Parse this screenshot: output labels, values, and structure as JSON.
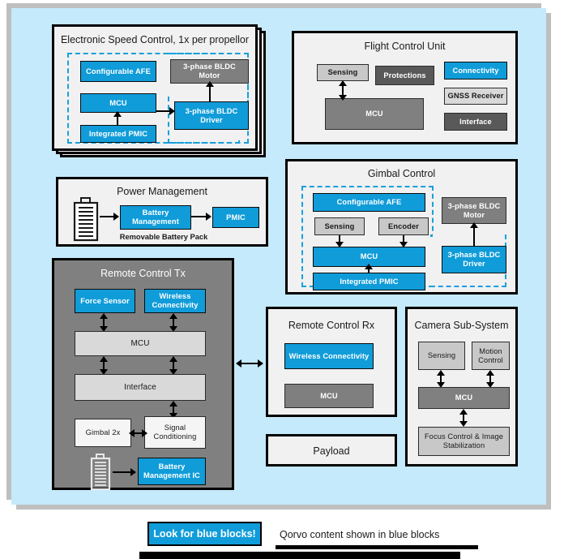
{
  "slide": {
    "background_color": "#c5eafb",
    "accent_blue": "#109cd9"
  },
  "panels": {
    "esc": {
      "title": "Electronic Speed Control, 1x per propellor",
      "blocks": {
        "afe": "Configurable AFE",
        "mcu": "MCU",
        "pmic": "Integrated PMIC",
        "motor": "3-phase BLDC Motor",
        "driver": "3-phase BLDC Driver"
      }
    },
    "fcu": {
      "title": "Flight Control Unit",
      "blocks": {
        "sensing": "Sensing",
        "protections": "Protections",
        "connectivity": "Connectivity",
        "gnss": "GNSS Receiver",
        "interface": "Interface",
        "mcu": "MCU"
      }
    },
    "power": {
      "title": "Power Management",
      "blocks": {
        "battery_mgmt": "Battery Management",
        "pmic": "PMIC"
      },
      "footnote": "Removable Battery Pack",
      "icon": "battery-icon"
    },
    "gimbal": {
      "title": "Gimbal Control",
      "blocks": {
        "afe": "Configurable AFE",
        "sensing": "Sensing",
        "encoder": "Encoder",
        "mcu": "MCU",
        "pmic": "Integrated PMIC",
        "motor": "3-phase BLDC Motor",
        "driver": "3-phase BLDC Driver"
      }
    },
    "rc_tx": {
      "title": "Remote Control Tx",
      "blocks": {
        "force_sensor": "Force Sensor",
        "wireless": "Wireless Connectivity",
        "mcu": "MCU",
        "interface": "Interface",
        "gimbal": "Gimbal 2x",
        "signal_cond": "Signal Conditioning",
        "battery_ic": "Battery Management IC"
      },
      "icon": "battery-icon"
    },
    "rc_rx": {
      "title": "Remote Control Rx",
      "blocks": {
        "wireless": "Wireless Connectivity",
        "mcu": "MCU"
      }
    },
    "payload": {
      "title": "Payload"
    },
    "camera": {
      "title": "Camera Sub-System",
      "blocks": {
        "sensing": "Sensing",
        "motion": "Motion Control",
        "mcu": "MCU",
        "focus": "Focus Control & Image Stabilization"
      }
    }
  },
  "legend": {
    "chip_label": "Look for blue blocks!",
    "note": "Qorvo content shown in blue blocks"
  }
}
